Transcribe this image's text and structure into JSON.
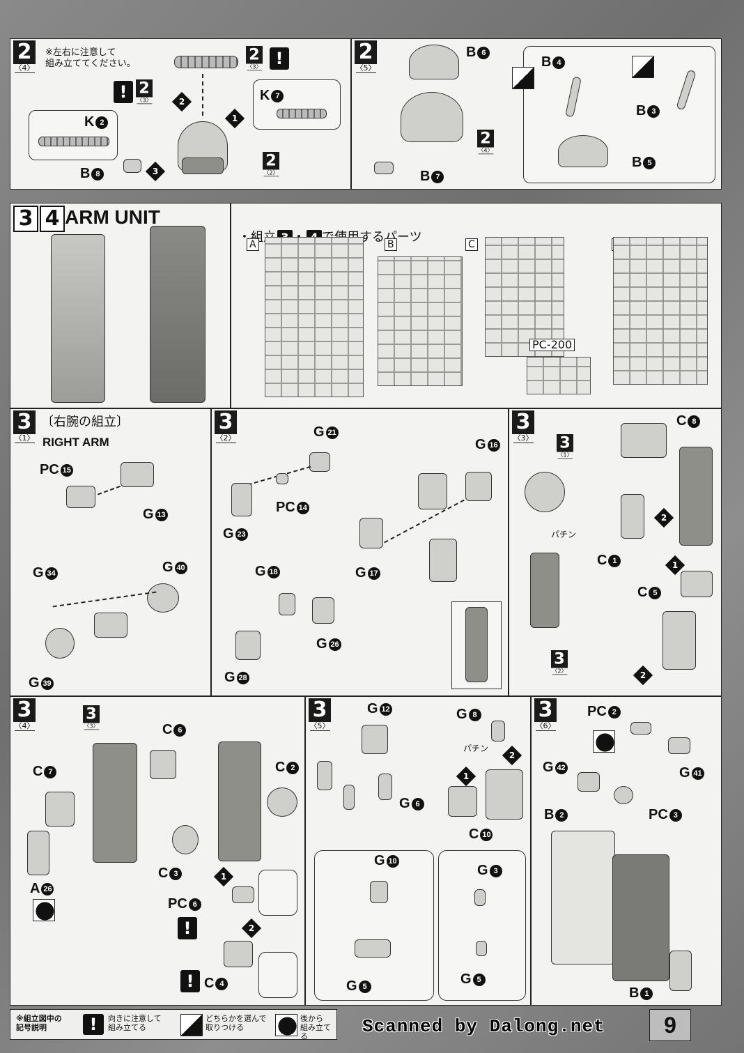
{
  "step2_4": {
    "num": "2",
    "sub": "〈4〉",
    "note": "※左右に注意して\n組み立ててください。",
    "ref_num": "2",
    "ref_sub": "〈3〉",
    "ref_num2": "2",
    "ref_sub2": "〈3〉",
    "ref_num3": "2",
    "ref_sub3": "〈2〉",
    "parts": {
      "k7": "K",
      "k7n": "7",
      "k2": "K",
      "k2n": "2",
      "b8": "B",
      "b8n": "8"
    },
    "warn": "!"
  },
  "step2_5": {
    "num": "2",
    "sub": "〈5〉",
    "ref_num": "2",
    "ref_sub": "〈4〉",
    "parts": {
      "b6": "B",
      "b6n": "6",
      "b4": "B",
      "b4n": "4",
      "b3": "B",
      "b3n": "3",
      "b5": "B",
      "b5n": "5",
      "b7": "B",
      "b7n": "7"
    }
  },
  "arm_unit": {
    "num1": "3",
    "num2": "4",
    "title": "ARM UNIT"
  },
  "parts_list": {
    "title_pre": "・組立",
    "t3": "3",
    "mid": "・",
    "t4": "4",
    "title_post": "で使用するパーツ",
    "runners": [
      "A",
      "B",
      "C",
      "G"
    ],
    "pc": "PC-200"
  },
  "step3_1": {
    "num": "3",
    "sub": "〈1〉",
    "title_jp": "〔右腕の組立〕",
    "title_en": "RIGHT ARM",
    "parts": {
      "pc15": "PC",
      "pc15n": "15",
      "g13": "G",
      "g13n": "13",
      "g34": "G",
      "g34n": "34",
      "g40": "G",
      "g40n": "40",
      "g39": "G",
      "g39n": "39"
    }
  },
  "step3_2": {
    "num": "3",
    "sub": "〈2〉",
    "parts": {
      "g21": "G",
      "g21n": "21",
      "pc14": "PC",
      "pc14n": "14",
      "g23": "G",
      "g23n": "23",
      "g16": "G",
      "g16n": "16",
      "g17": "G",
      "g17n": "17",
      "g18": "G",
      "g18n": "18",
      "g26": "G",
      "g26n": "26",
      "g28": "G",
      "g28n": "28"
    }
  },
  "step3_3": {
    "num": "3",
    "sub": "〈3〉",
    "ref1": "3",
    "ref1s": "〈1〉",
    "ref2": "3",
    "ref2s": "〈2〉",
    "snap": "パチン",
    "parts": {
      "c8": "C",
      "c8n": "8",
      "c1": "C",
      "c1n": "1",
      "c5": "C",
      "c5n": "5"
    }
  },
  "step3_4": {
    "num": "3",
    "sub": "〈4〉",
    "ref": "3",
    "refs": "〈3〉",
    "parts": {
      "c6": "C",
      "c6n": "6",
      "c7": "C",
      "c7n": "7",
      "a26": "A",
      "a26n": "26",
      "c2": "C",
      "c2n": "2",
      "c3": "C",
      "c3n": "3",
      "pc6": "PC",
      "pc6n": "6",
      "c4": "C",
      "c4n": "4"
    }
  },
  "step3_5": {
    "num": "3",
    "sub": "〈5〉",
    "snap": "パチン",
    "parts": {
      "g12": "G",
      "g12n": "12",
      "g6": "G",
      "g6n": "6",
      "g8": "G",
      "g8n": "8",
      "c10": "C",
      "c10n": "10",
      "g10": "G",
      "g10n": "10",
      "g3": "G",
      "g3n": "3",
      "g5a": "G",
      "g5an": "5",
      "g5b": "G",
      "g5bn": "5"
    }
  },
  "step3_6": {
    "num": "3",
    "sub": "〈6〉",
    "parts": {
      "pc2": "PC",
      "pc2n": "2",
      "g42": "G",
      "g42n": "42",
      "g41": "G",
      "g41n": "41",
      "pc3": "PC",
      "pc3n": "3",
      "b2": "B",
      "b2n": "2",
      "b1": "B",
      "b1n": "1"
    }
  },
  "legend": {
    "head": "※組立図中の\n記号説明",
    "i1": "向きに注意して\n組み立てる",
    "i2": "どちらかを選んで\n取りつける",
    "i3": "後から\n組み立てる",
    "warn": "!"
  },
  "footer": {
    "scanned": "Scanned by Dalong.net",
    "page": "9"
  }
}
